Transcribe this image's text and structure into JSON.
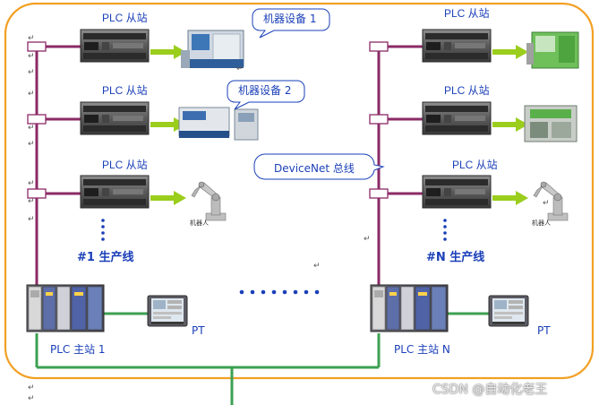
{
  "labels": {
    "plc_slave": "PLC 从站",
    "machine_1": "机器设备 1",
    "machine_2": "机器设备 2",
    "devicenet_bus": "DeviceNet 总线",
    "robot": "机器人",
    "line_1": "#1 生产线",
    "line_n": "#N 生产线",
    "master_1": "PLC 主站 1",
    "master_n": "PLC 主站 N",
    "pt": "PT",
    "watermark": "CSDN @自动化老王",
    "paragraph_mark": "↵"
  },
  "colors": {
    "frame": "#f2a024",
    "bus": "#8b2a66",
    "ethernet": "#3ca052",
    "arrow": "#9acd1c",
    "label_blue": "#1a3fb8"
  }
}
